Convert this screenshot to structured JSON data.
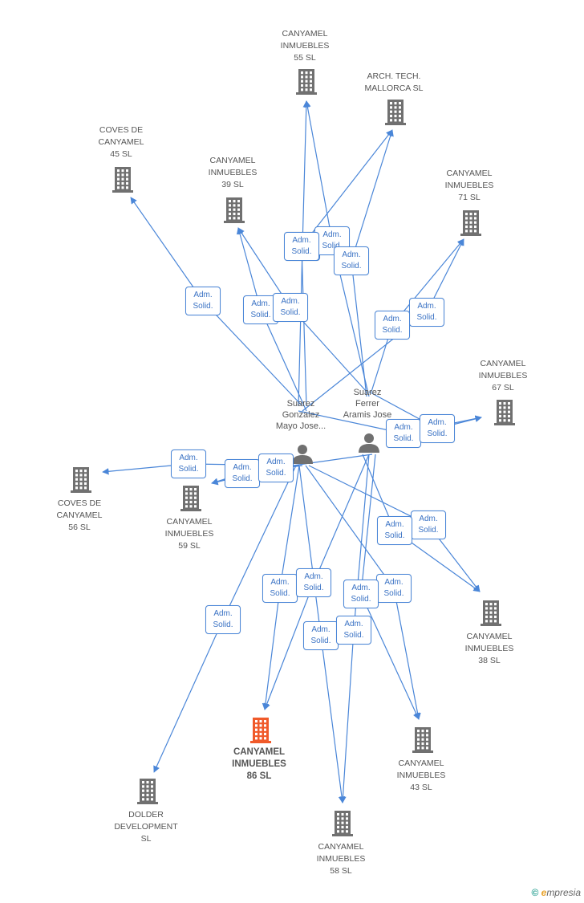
{
  "colors": {
    "edge": "#4a86d8",
    "company": "#707070",
    "focus": "#f05a2a",
    "person": "#707070"
  },
  "companies": [
    {
      "id": "c55",
      "label": "CANYAMEL\nINMUEBLES\n55 SL",
      "icon": "building-icon"
    },
    {
      "id": "arch",
      "label": "ARCH.  TECH.\nMALLORCA SL",
      "icon": "building-icon"
    },
    {
      "id": "cov45",
      "label": "COVES DE\nCANYAMEL\n45 SL",
      "icon": "building-icon"
    },
    {
      "id": "c39",
      "label": "CANYAMEL\nINMUEBLES\n39 SL",
      "icon": "building-icon"
    },
    {
      "id": "c71",
      "label": "CANYAMEL\nINMUEBLES\n71 SL",
      "icon": "building-icon"
    },
    {
      "id": "c67",
      "label": "CANYAMEL\nINMUEBLES\n67 SL",
      "icon": "building-icon"
    },
    {
      "id": "cov56",
      "label": "COVES DE\nCANYAMEL\n56 SL",
      "icon": "building-icon"
    },
    {
      "id": "c59",
      "label": "CANYAMEL\nINMUEBLES\n59 SL",
      "icon": "building-icon"
    },
    {
      "id": "c38",
      "label": "CANYAMEL\nINMUEBLES\n38 SL",
      "icon": "building-icon"
    },
    {
      "id": "c86",
      "label": "CANYAMEL\nINMUEBLES\n86 SL",
      "icon": "building-icon",
      "focus": true
    },
    {
      "id": "c43",
      "label": "CANYAMEL\nINMUEBLES\n43 SL",
      "icon": "building-icon"
    },
    {
      "id": "dold",
      "label": "DOLDER\nDEVELOPMENT\nSL",
      "icon": "building-icon"
    },
    {
      "id": "c58",
      "label": "CANYAMEL\nINMUEBLES\n58 SL",
      "icon": "building-icon"
    }
  ],
  "people": [
    {
      "id": "p1",
      "label": "Suarez\nGonzalez\nMayo Jose...",
      "icon": "person-icon"
    },
    {
      "id": "p2",
      "label": "Suarez\nFerrer\nAramis Jose",
      "icon": "person-icon"
    }
  ],
  "edge_label": "Adm.\nSolid.",
  "edges": [
    {
      "from": "p1",
      "to": "c55"
    },
    {
      "from": "p2",
      "to": "c55"
    },
    {
      "from": "p1",
      "to": "arch"
    },
    {
      "from": "p2",
      "to": "arch"
    },
    {
      "from": "p1",
      "to": "cov45"
    },
    {
      "from": "p1",
      "to": "c39"
    },
    {
      "from": "p2",
      "to": "c39"
    },
    {
      "from": "p1",
      "to": "c71"
    },
    {
      "from": "p2",
      "to": "c71"
    },
    {
      "from": "p1",
      "to": "c67"
    },
    {
      "from": "p2",
      "to": "c67"
    },
    {
      "from": "p1",
      "to": "cov56"
    },
    {
      "from": "p1",
      "to": "c59"
    },
    {
      "from": "p2",
      "to": "c59"
    },
    {
      "from": "p1",
      "to": "c38"
    },
    {
      "from": "p2",
      "to": "c38"
    },
    {
      "from": "p1",
      "to": "c86"
    },
    {
      "from": "p2",
      "to": "c86"
    },
    {
      "from": "p1",
      "to": "c43"
    },
    {
      "from": "p2",
      "to": "c43"
    },
    {
      "from": "p1",
      "to": "dold"
    },
    {
      "from": "p1",
      "to": "c58"
    },
    {
      "from": "p2",
      "to": "c58"
    }
  ],
  "footer": {
    "copyright": "©",
    "brand_e": "e",
    "brand_rest": "mpresia"
  }
}
